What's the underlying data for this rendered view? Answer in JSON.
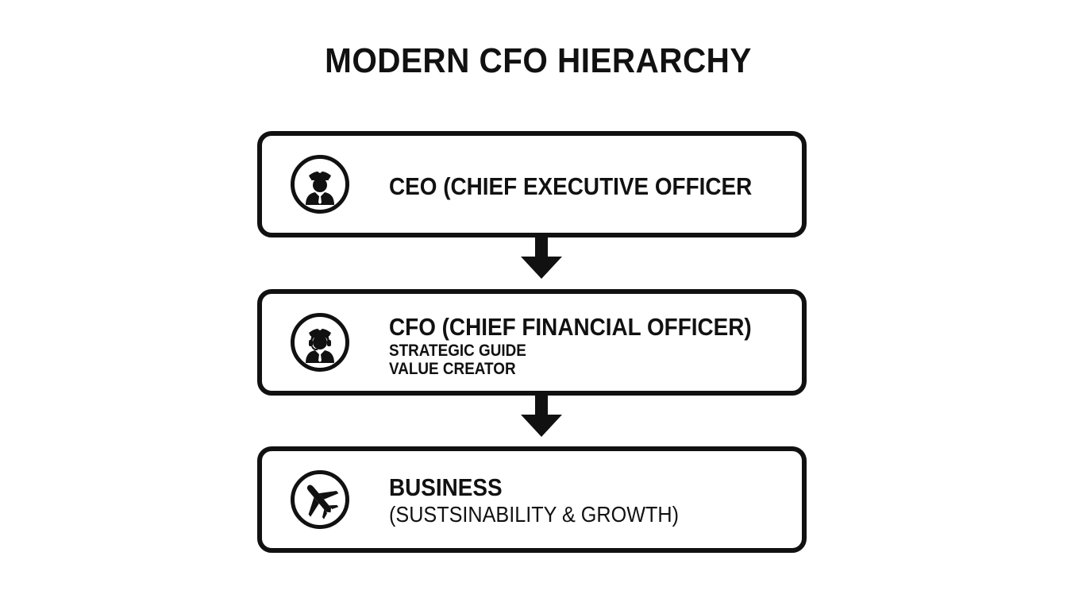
{
  "title": "MODERN CFO HIERARCHY",
  "levels": [
    {
      "icon": "pilot-icon",
      "label": "CEO (CHIEF EXECUTIVE OFFICER",
      "sublines": []
    },
    {
      "icon": "pilot-headset-icon",
      "label": "CFO (CHIEF FINANCIAL OFFICER)",
      "sublines": [
        "STRATEGIC GUIDE",
        "VALUE CREATOR"
      ]
    },
    {
      "icon": "airplane-icon",
      "label": "BUSINESS",
      "sublines": [
        "(SUSTSINABILITY & GROWTH)"
      ]
    }
  ],
  "colors": {
    "ink": "#111111",
    "background": "#ffffff"
  }
}
